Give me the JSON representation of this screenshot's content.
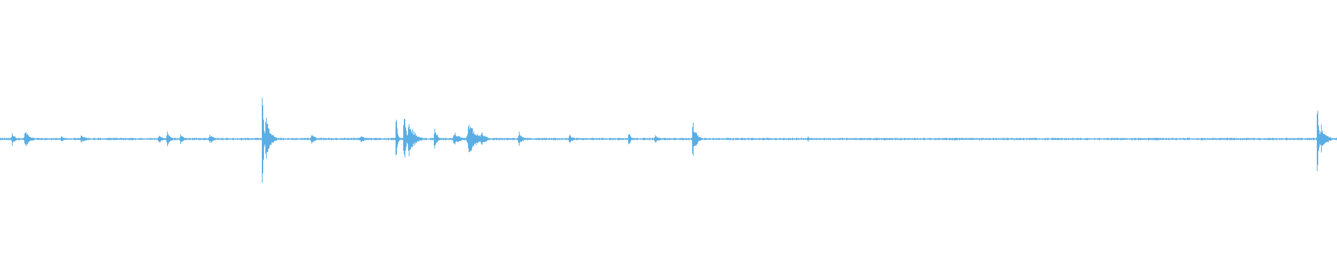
{
  "waveform": {
    "color": "#5aaee3",
    "background": "#ffffff",
    "baseline_amplitude": 0.012,
    "bursts": [
      {
        "t": 0.009,
        "amp": 0.09,
        "spread": 0.0015
      },
      {
        "t": 0.019,
        "amp": 0.1,
        "spread": 0.0025
      },
      {
        "t": 0.046,
        "amp": 0.035,
        "spread": 0.002
      },
      {
        "t": 0.061,
        "amp": 0.04,
        "spread": 0.003
      },
      {
        "t": 0.119,
        "amp": 0.05,
        "spread": 0.002
      },
      {
        "t": 0.125,
        "amp": 0.12,
        "spread": 0.0015
      },
      {
        "t": 0.135,
        "amp": 0.06,
        "spread": 0.002
      },
      {
        "t": 0.157,
        "amp": 0.045,
        "spread": 0.003
      },
      {
        "t": 0.196,
        "amp": 0.62,
        "spread": 0.0008
      },
      {
        "t": 0.199,
        "amp": 0.25,
        "spread": 0.0025
      },
      {
        "t": 0.233,
        "amp": 0.07,
        "spread": 0.002
      },
      {
        "t": 0.27,
        "amp": 0.04,
        "spread": 0.003
      },
      {
        "t": 0.296,
        "amp": 0.38,
        "spread": 0.0008
      },
      {
        "t": 0.302,
        "amp": 0.34,
        "spread": 0.0012
      },
      {
        "t": 0.306,
        "amp": 0.18,
        "spread": 0.0035
      },
      {
        "t": 0.325,
        "amp": 0.14,
        "spread": 0.0015
      },
      {
        "t": 0.34,
        "amp": 0.06,
        "spread": 0.004
      },
      {
        "t": 0.351,
        "amp": 0.16,
        "spread": 0.0045
      },
      {
        "t": 0.36,
        "amp": 0.07,
        "spread": 0.003
      },
      {
        "t": 0.388,
        "amp": 0.09,
        "spread": 0.002
      },
      {
        "t": 0.426,
        "amp": 0.05,
        "spread": 0.002
      },
      {
        "t": 0.47,
        "amp": 0.09,
        "spread": 0.0012
      },
      {
        "t": 0.49,
        "amp": 0.04,
        "spread": 0.0025
      },
      {
        "t": 0.518,
        "amp": 0.24,
        "spread": 0.0012
      },
      {
        "t": 0.52,
        "amp": 0.1,
        "spread": 0.002
      },
      {
        "t": 0.604,
        "amp": 0.025,
        "spread": 0.002
      },
      {
        "t": 0.715,
        "amp": 0.02,
        "spread": 0.002
      },
      {
        "t": 0.865,
        "amp": 0.02,
        "spread": 0.002
      },
      {
        "t": 0.985,
        "amp": 0.46,
        "spread": 0.0009
      },
      {
        "t": 0.988,
        "amp": 0.16,
        "spread": 0.003
      }
    ]
  }
}
